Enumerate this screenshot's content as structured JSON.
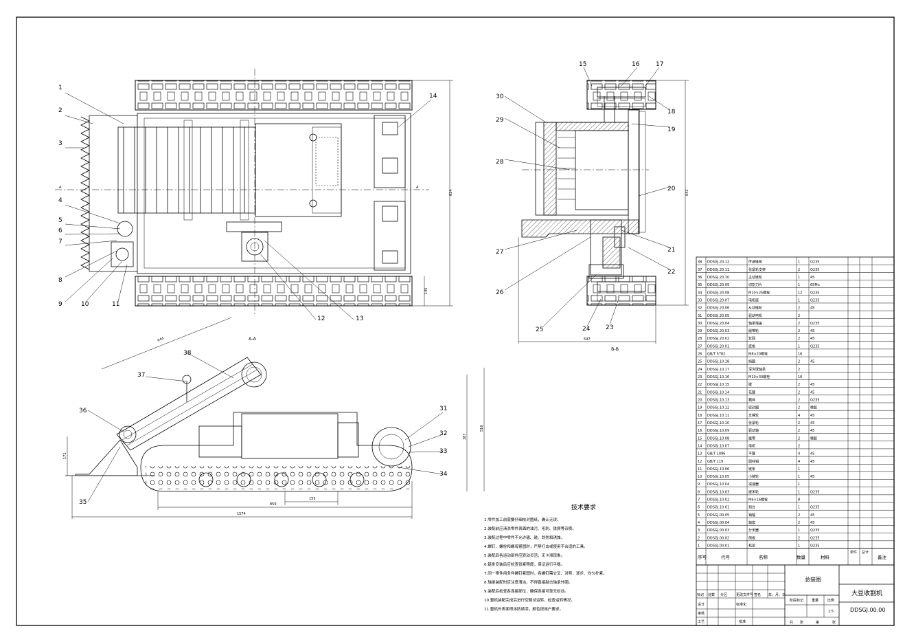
{
  "drawing": {
    "title": "大豆收割机",
    "drawing_no": "DDSGJ.00.00",
    "view_name": "总装图",
    "scale": "1:5",
    "section_a": "A-A",
    "section_b": "B-B",
    "section_mark": "A"
  },
  "balloons_plan": [
    "1",
    "2",
    "3",
    "4",
    "5",
    "6",
    "7",
    "8",
    "9",
    "10",
    "11",
    "12",
    "13",
    "14"
  ],
  "balloons_side_b": [
    "15",
    "16",
    "17",
    "18",
    "19",
    "20",
    "21",
    "22",
    "23",
    "24",
    "25",
    "26",
    "27",
    "28",
    "29",
    "30"
  ],
  "balloons_side_a": [
    "31",
    "32",
    "33",
    "34",
    "35",
    "36",
    "37",
    "38"
  ],
  "dimensions": {
    "plan_height": "824",
    "plan_small": "145",
    "b_width": "597",
    "b_height": "642",
    "a_incline": "644",
    "a_left": "171",
    "a_right1": "387",
    "a_right2": "516",
    "a_inner": "155",
    "a_mid": "859",
    "a_overall": "1574"
  },
  "tech_req": {
    "title": "技术要求",
    "items": [
      "1.零件加工前需要仔细校对图纸，确认无误。",
      "2.装配前应清洗零件表面的油污、毛刺、铁屑等杂质。",
      "3.装配过程中零件不允许磕、碰、划伤和锈蚀。",
      "4.螺钉、螺栓和螺母紧固时，严禁打击或使用不合适的工具。",
      "5.装配后各运动部件应转动灵活，无卡滞现象。",
      "6.链条安装后应检查张紧程度，保证运行平稳。",
      "7.同一零件用多件螺钉紧固时，各螺钉需交叉、对称、逐步、均匀拧紧。",
      "8.轴承装配时应注意清洁，不得直接敲击轴承外圈。",
      "9.装配后检查各连接部位，确保连接可靠无松动。",
      "10.整机装配完成后进行空载试运转，检查运转情况。",
      "11.整机外表面喷涂防锈漆，颜色按用户要求。"
    ]
  },
  "bom": {
    "headers": [
      "序号",
      "代号",
      "名称",
      "数量",
      "材料",
      "单件",
      "总计",
      "备注"
    ],
    "rows": [
      [
        "38",
        "DDSGJ.20.12",
        "传送链板",
        "1",
        "Q235"
      ],
      [
        "37",
        "DDSGJ.20.11",
        "张紧轮支架",
        "2",
        "Q235"
      ],
      [
        "36",
        "DDSGJ.20.10",
        "主动链轮",
        "1",
        "45"
      ],
      [
        "35",
        "DDSGJ.20.09",
        "切割刀片",
        "1",
        "65Mn"
      ],
      [
        "34",
        "DDSGJ.20.08",
        "M10×25螺栓",
        "12",
        "Q235"
      ],
      [
        "33",
        "DDSGJ.20.07",
        "电机座",
        "1",
        "Q235"
      ],
      [
        "32",
        "DDSGJ.20.06",
        "从动链轮",
        "2",
        "45"
      ],
      [
        "31",
        "DDSGJ.20.05",
        "驱动电机",
        "2",
        ""
      ],
      [
        "30",
        "DDSGJ.20.04",
        "轴承端盖",
        "2",
        "Q235"
      ],
      [
        "29",
        "DDSGJ.20.03",
        "履带轮",
        "2",
        "45"
      ],
      [
        "28",
        "DDSGJ.20.02",
        "轮毂",
        "2",
        "45"
      ],
      [
        "27",
        "DDSGJ.20.01",
        "底板",
        "1",
        "Q235"
      ],
      [
        "26",
        "GB/T 5782",
        "M8×20螺栓",
        "16",
        ""
      ],
      [
        "25",
        "DDSGJ.10.18",
        "挡圈",
        "2",
        "45"
      ],
      [
        "24",
        "DDSGJ.10.17",
        "深沟球轴承",
        "2",
        ""
      ],
      [
        "23",
        "DDSGJ.10.16",
        "M10×30螺栓",
        "16",
        ""
      ],
      [
        "22",
        "DDSGJ.10.15",
        "键",
        "2",
        "45"
      ],
      [
        "21",
        "DDSGJ.10.14",
        "花键",
        "2",
        "45"
      ],
      [
        "20",
        "DDSGJ.10.13",
        "箱体",
        "2",
        "Q235"
      ],
      [
        "19",
        "DDSGJ.10.12",
        "密封圈",
        "2",
        "橡胶"
      ],
      [
        "18",
        "DDSGJ.10.11",
        "支撑轮",
        "4",
        "45"
      ],
      [
        "17",
        "DDSGJ.10.10",
        "张紧轮",
        "2",
        "45"
      ],
      [
        "16",
        "DDSGJ.10.09",
        "驱动轴",
        "2",
        "45"
      ],
      [
        "15",
        "DDSGJ.10.08",
        "履带",
        "2",
        "橡胶"
      ],
      [
        "14",
        "DDSGJ.10.07",
        "电机",
        "2",
        ""
      ],
      [
        "13",
        "GB/T 1096",
        "平键",
        "4",
        "45"
      ],
      [
        "12",
        "GB/T 119",
        "圆柱销",
        "4",
        "45"
      ],
      [
        "11",
        "DDSGJ.10.06",
        "链条",
        "1",
        ""
      ],
      [
        "10",
        "DDSGJ.10.05",
        "小链轮",
        "1",
        "45"
      ],
      [
        "9",
        "DDSGJ.10.04",
        "减速器",
        "1",
        ""
      ],
      [
        "8",
        "DDSGJ.10.03",
        "拨禾轮",
        "1",
        "Q235"
      ],
      [
        "7",
        "DDSGJ.10.02",
        "M6×16螺栓",
        "8",
        ""
      ],
      [
        "6",
        "DDSGJ.10.01",
        "割台",
        "1",
        "Q235"
      ],
      [
        "5",
        "DDSGJ.00.05",
        "销轴",
        "2",
        "45"
      ],
      [
        "4",
        "DDSGJ.00.04",
        "轴套",
        "2",
        "45"
      ],
      [
        "3",
        "DDSGJ.00.03",
        "分禾器",
        "1",
        "Q235"
      ],
      [
        "2",
        "DDSGJ.00.02",
        "侧板",
        "2",
        "Q235"
      ],
      [
        "1",
        "DDSGJ.00.01",
        "机架",
        "1",
        "Q235"
      ]
    ]
  },
  "title_block": {
    "h_biaoji": "标记",
    "h_chushu": "处数",
    "h_fenqu": "分区",
    "h_gengai": "更改文件号",
    "h_qianming": "签名",
    "h_riqi": "年、月、日",
    "sheji": "设计",
    "biaozhunhua": "标准化",
    "shenhe": "审核",
    "gongyi": "工艺",
    "pizhun": "批准",
    "jieduan": "阶段标记",
    "zhongliang": "重量",
    "bili": "比例",
    "gong": "共",
    "zhang": "张",
    "di": "第"
  }
}
